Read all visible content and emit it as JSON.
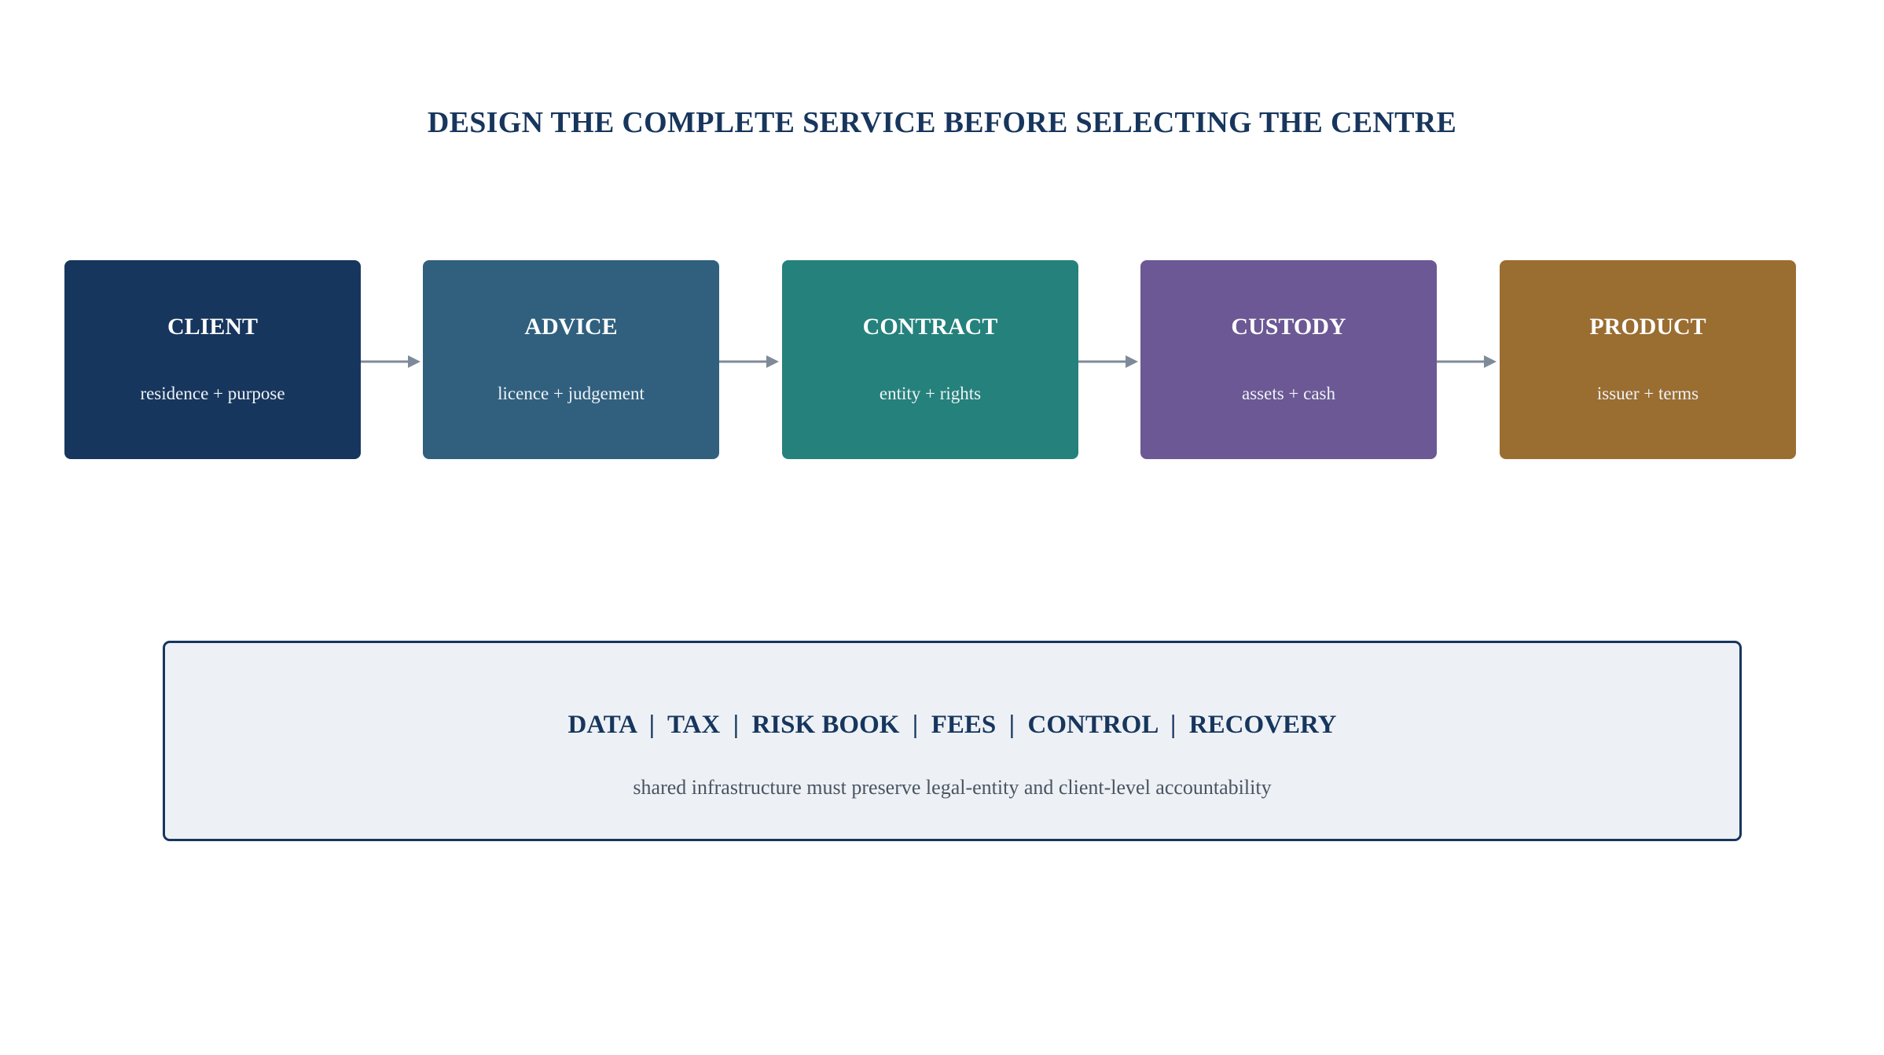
{
  "title": "DESIGN THE COMPLETE SERVICE BEFORE SELECTING THE CENTRE",
  "steps": [
    {
      "label": "CLIENT",
      "sub": "residence + purpose",
      "color": "#17365d"
    },
    {
      "label": "ADVICE",
      "sub": "licence + judgement",
      "color": "#30607e"
    },
    {
      "label": "CONTRACT",
      "sub": "entity + rights",
      "color": "#25817b"
    },
    {
      "label": "CUSTODY",
      "sub": "assets + cash",
      "color": "#6b5894"
    },
    {
      "label": "PRODUCT",
      "sub": "issuer + terms",
      "color": "#9a6d30"
    }
  ],
  "arrow_color": "#7f8a99",
  "infrastructure": {
    "topics": "DATA  |  TAX  |  RISK BOOK  |  FEES  |  CONTROL  |  RECOVERY",
    "note": "shared infrastructure must preserve legal-entity and client-level accountability",
    "border_color": "#17365d",
    "fill_color": "#edf1f6"
  }
}
